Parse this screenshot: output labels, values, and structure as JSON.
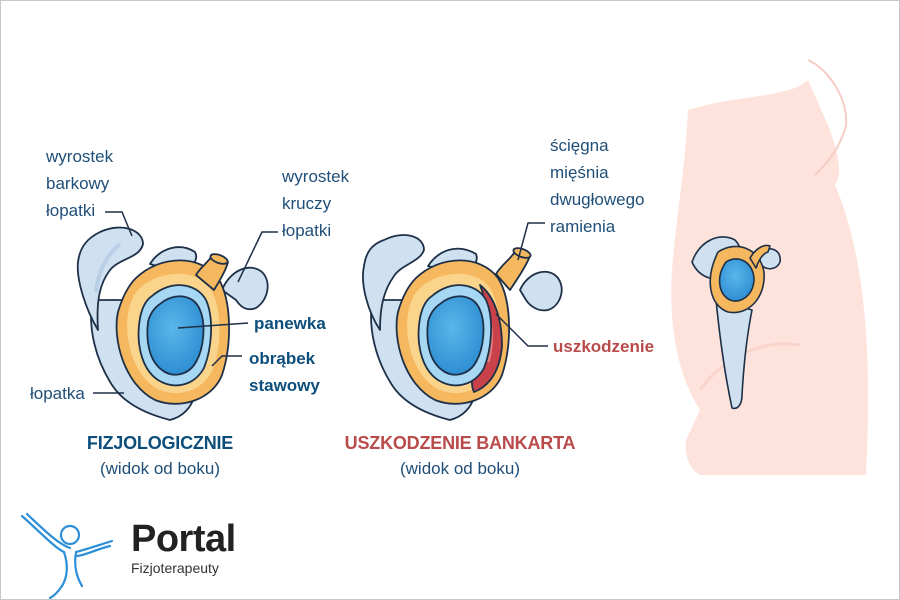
{
  "colors": {
    "bone": "#cfe0f0",
    "bone_shadow": "#a9c3de",
    "outline": "#1e3048",
    "labrum": "#f6b85f",
    "labrum_light": "#fbd48c",
    "cavity": "#2f97da",
    "cavity_light": "#a7d8f3",
    "injury": "#c9424a",
    "body_silhouette": "#fde3dc",
    "label_blue": "#1f4e78",
    "label_red": "#b94b4b"
  },
  "left_diagram": {
    "labels": {
      "acromion": [
        "wyrostek",
        "barkowy",
        "łopatki"
      ],
      "coracoid": [
        "wyrostek",
        "kruczy",
        "łopatki"
      ],
      "glenoid": "panewka",
      "labrum": [
        "obrąbek",
        "stawowy"
      ],
      "scapula": "łopatka"
    },
    "title": "FIZJOLOGICZNIE",
    "subtitle": "(widok od boku)"
  },
  "right_diagram": {
    "labels": {
      "biceps_tendon": [
        "ścięgna",
        "mięśnia",
        "dwugłowego",
        "ramienia"
      ],
      "damage": "uszkodzenie"
    },
    "title": "USZKODZENIE BANKARTA",
    "subtitle": "(widok od boku)"
  },
  "logo": {
    "icon": "human-figure-icon",
    "name": "Portal",
    "tagline": "Fizjoterapeuty"
  }
}
